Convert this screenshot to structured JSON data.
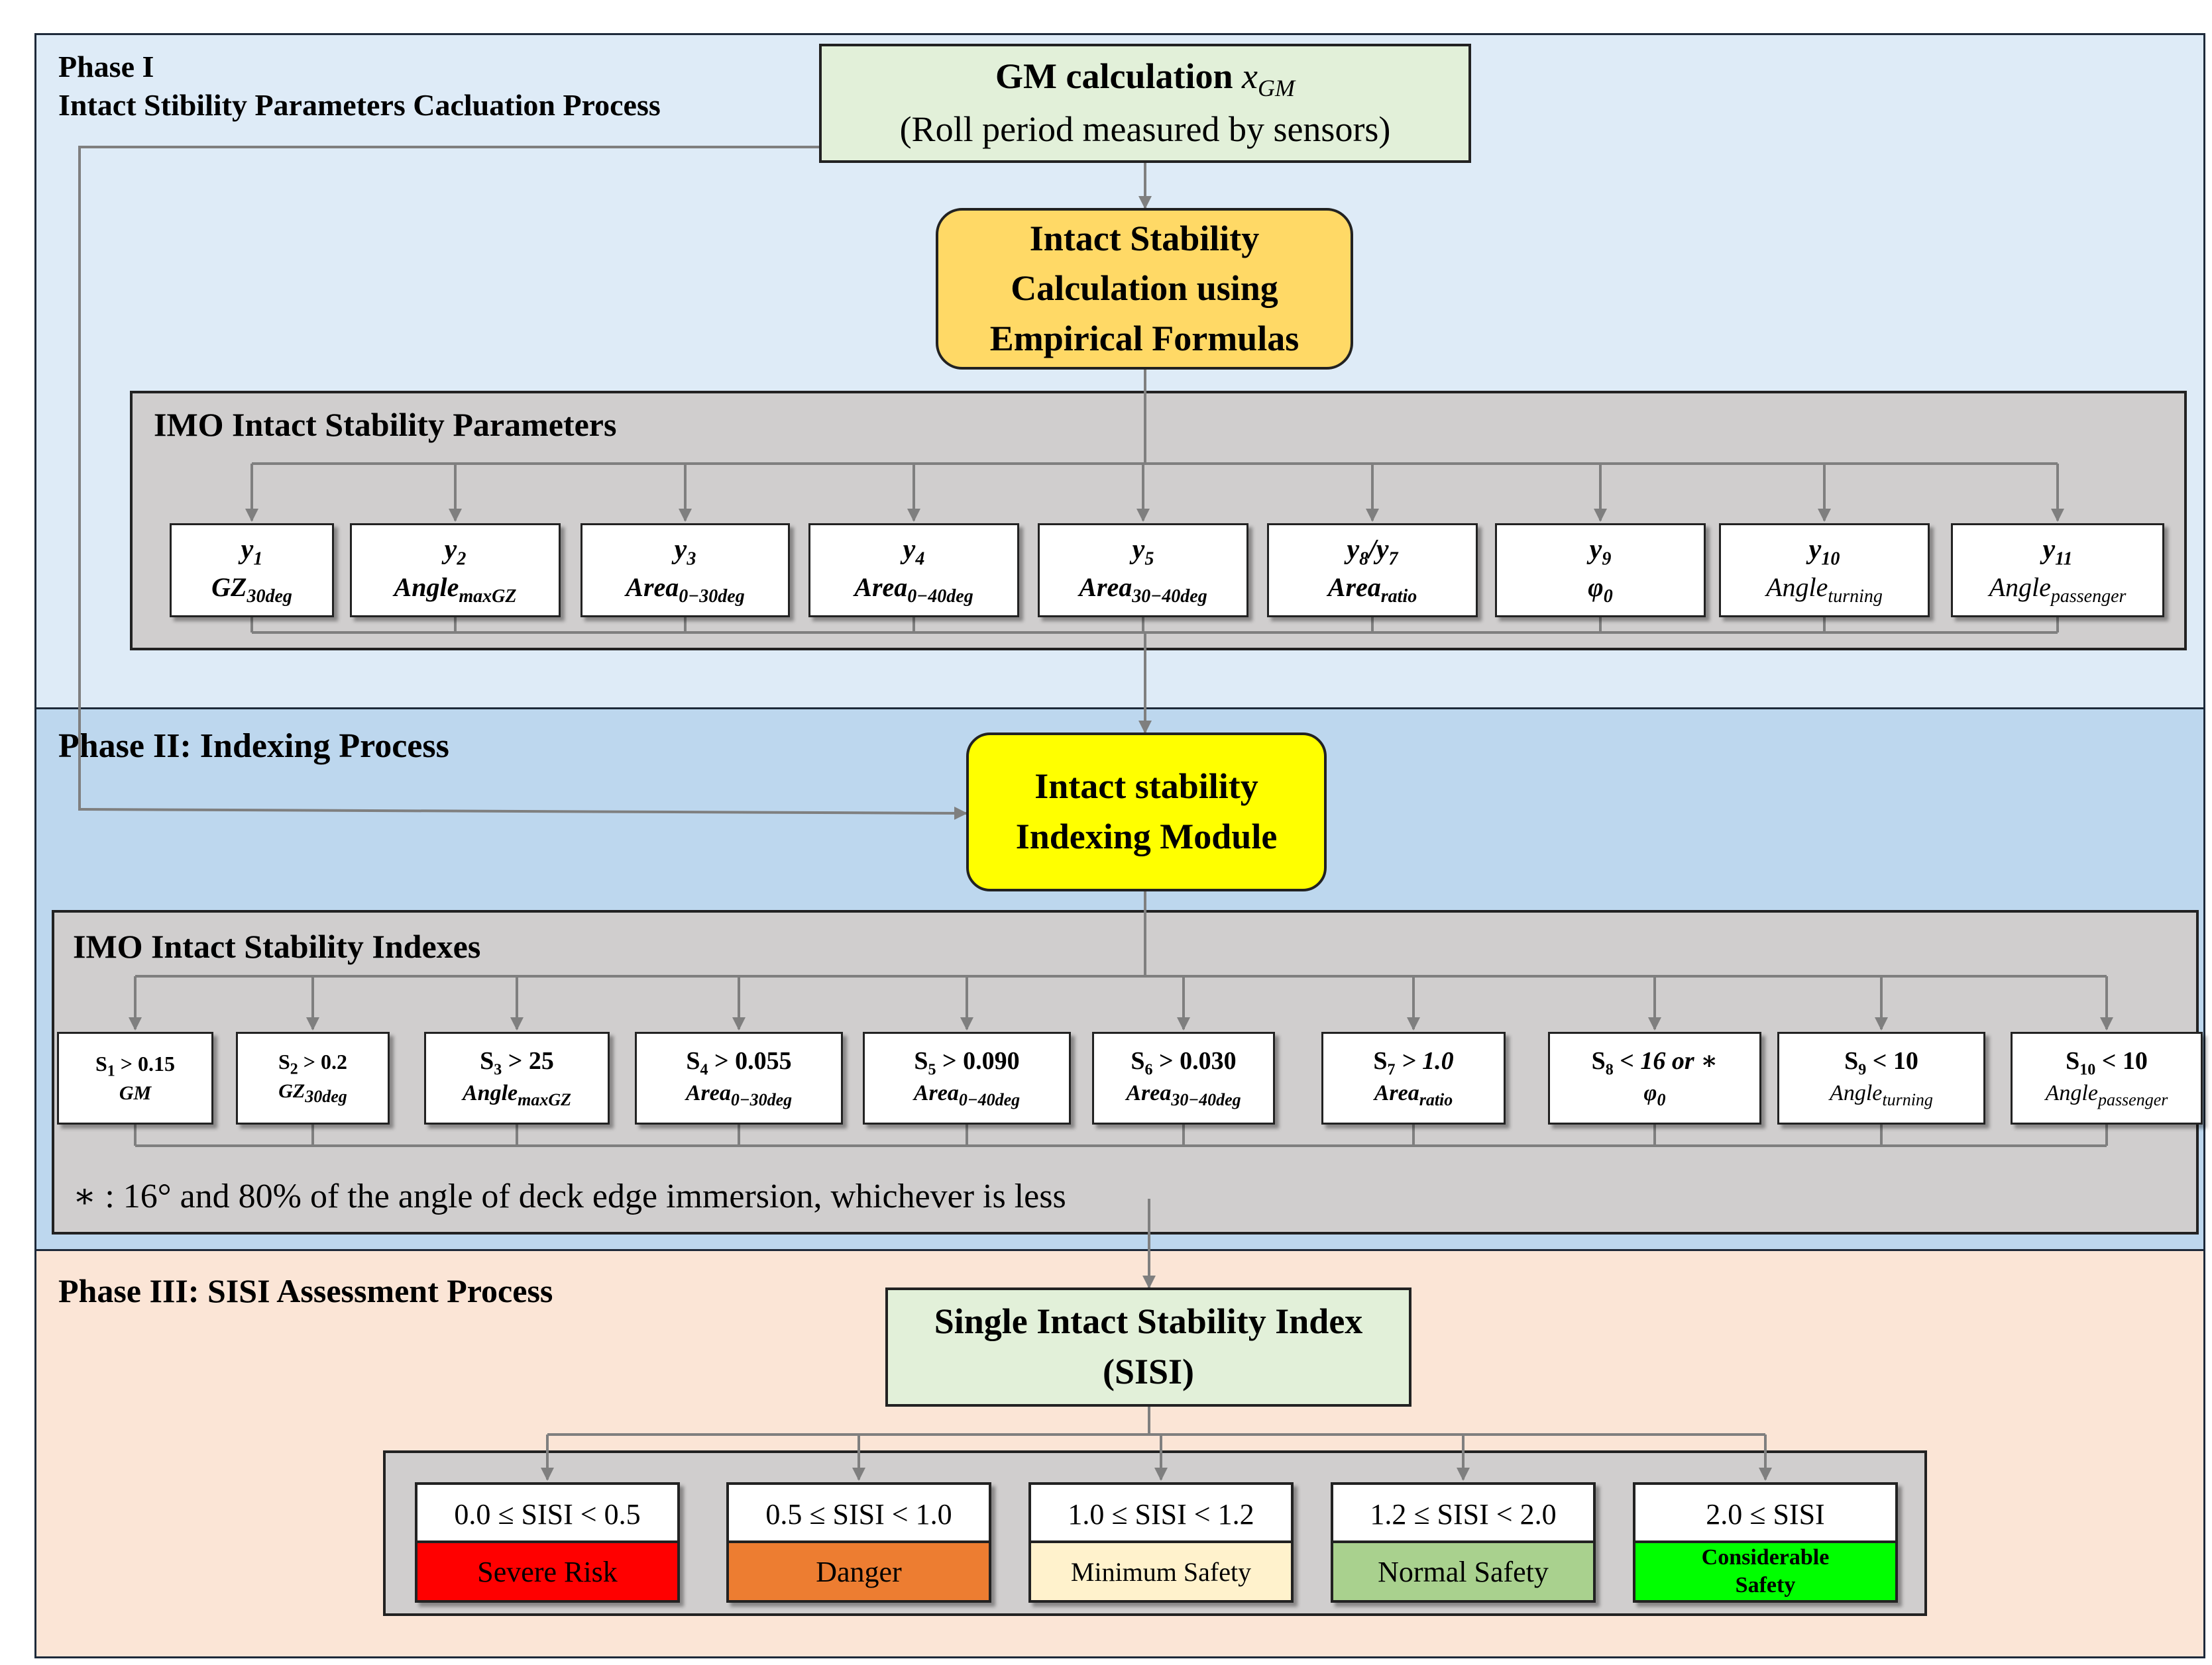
{
  "colors": {
    "phase1_bg": "#deebf7",
    "phase2_bg": "#bdd7ee",
    "phase3_bg": "#fbe5d6",
    "group_bg": "#d0cece",
    "gm_box": "#e2f0d9",
    "empirical_box": "#ffd966",
    "indexing_box": "#ffff00",
    "sisi_box": "#e2f0d9",
    "connector": "#7f7f7f"
  },
  "phase1": {
    "title_line1": "Phase I",
    "title_line2": "Intact Stibility Parameters Cacluation Process",
    "gm_title": "GM calculation",
    "gm_symbol": "x",
    "gm_symbol_sub": "GM",
    "gm_subtitle": "(Roll period measured by sensors)",
    "empirical_line1": "Intact Stability",
    "empirical_line2": "Calculation using",
    "empirical_line3": "Empirical Formulas",
    "parameters_title": "IMO Intact Stability Parameters",
    "parameters": [
      {
        "var": "y",
        "var_sub": "1",
        "name": "GZ",
        "name_sub": "30deg"
      },
      {
        "var": "y",
        "var_sub": "2",
        "name": "Angle",
        "name_sub": "maxGZ"
      },
      {
        "var": "y",
        "var_sub": "3",
        "name": "Area",
        "name_sub": "0−30deg"
      },
      {
        "var": "y",
        "var_sub": "4",
        "name": "Area",
        "name_sub": "0−40deg"
      },
      {
        "var": "y",
        "var_sub": "5",
        "name": "Area",
        "name_sub": "30−40deg"
      },
      {
        "var": "y",
        "var_sub": "8",
        "var_mid": "/y",
        "var_sub2": "7",
        "name": "Area",
        "name_sub": "ratio"
      },
      {
        "var": "y",
        "var_sub": "9",
        "name": "φ",
        "name_sub": "0"
      },
      {
        "var": "y",
        "var_sub": "10",
        "name": "Angle",
        "name_sub": "turning"
      },
      {
        "var": "y",
        "var_sub": "11",
        "name": "Angle",
        "name_sub": "passenger"
      }
    ]
  },
  "phase2": {
    "title": "Phase II: Indexing Process",
    "module_line1": "Intact stability",
    "module_line2": "Indexing Module",
    "indexes_title": "IMO Intact Stability Indexes",
    "indexes": [
      {
        "s": "S",
        "s_sub": "1",
        "cond": " > 0.15",
        "name": "GM",
        "name_sub": ""
      },
      {
        "s": "S",
        "s_sub": "2",
        "cond": " > 0.2",
        "name": "GZ",
        "name_sub": "30deg"
      },
      {
        "s": "S",
        "s_sub": "3",
        "cond": " > 25",
        "name": "Angle",
        "name_sub": "maxGZ"
      },
      {
        "s": "S",
        "s_sub": "4",
        "cond": " > 0.055",
        "name": "Area",
        "name_sub": "0−30deg"
      },
      {
        "s": "S",
        "s_sub": "5",
        "cond": " > 0.090",
        "name": "Area",
        "name_sub": "0−40deg"
      },
      {
        "s": "S",
        "s_sub": "6",
        "cond": " > 0.030",
        "name": "Area",
        "name_sub": "30−40deg"
      },
      {
        "s": "S",
        "s_sub": "7",
        "cond": " > 1.0",
        "name": "Area",
        "name_sub": "ratio"
      },
      {
        "s": "S",
        "s_sub": "8",
        "cond": " < 16 or ∗",
        "name": "φ",
        "name_sub": "0"
      },
      {
        "s": "S",
        "s_sub": "9",
        "cond": " < 10",
        "name": "Angle",
        "name_sub": "turning"
      },
      {
        "s": "S",
        "s_sub": "10",
        "cond": " < 10",
        "name": "Angle",
        "name_sub": "passenger"
      }
    ],
    "footnote": "∗ : 16° and 80% of the angle of deck edge immersion, whichever is less"
  },
  "phase3": {
    "title": "Phase III: SISI Assessment Process",
    "sisi_line1": "Single Intact Stability Index",
    "sisi_line2": "(SISI)",
    "levels": [
      {
        "range": "0.0 ≤ SISI < 0.5",
        "label": "Severe Risk",
        "color": "#ff0000",
        "text_color": "#000000"
      },
      {
        "range": "0.5 ≤ SISI < 1.0",
        "label": "Danger",
        "color": "#ed7d31",
        "text_color": "#000000"
      },
      {
        "range": "1.0 ≤ SISI < 1.2",
        "label": "Minimum Safety",
        "color": "#fff2cc",
        "text_color": "#000000"
      },
      {
        "range": "1.2 ≤ SISI < 2.0",
        "label": "Normal Safety",
        "color": "#a9d18e",
        "text_color": "#000000"
      },
      {
        "range": "2.0 ≤ SISI",
        "label": "Considerable Safety",
        "color": "#00ff00",
        "text_color": "#000000"
      }
    ]
  }
}
